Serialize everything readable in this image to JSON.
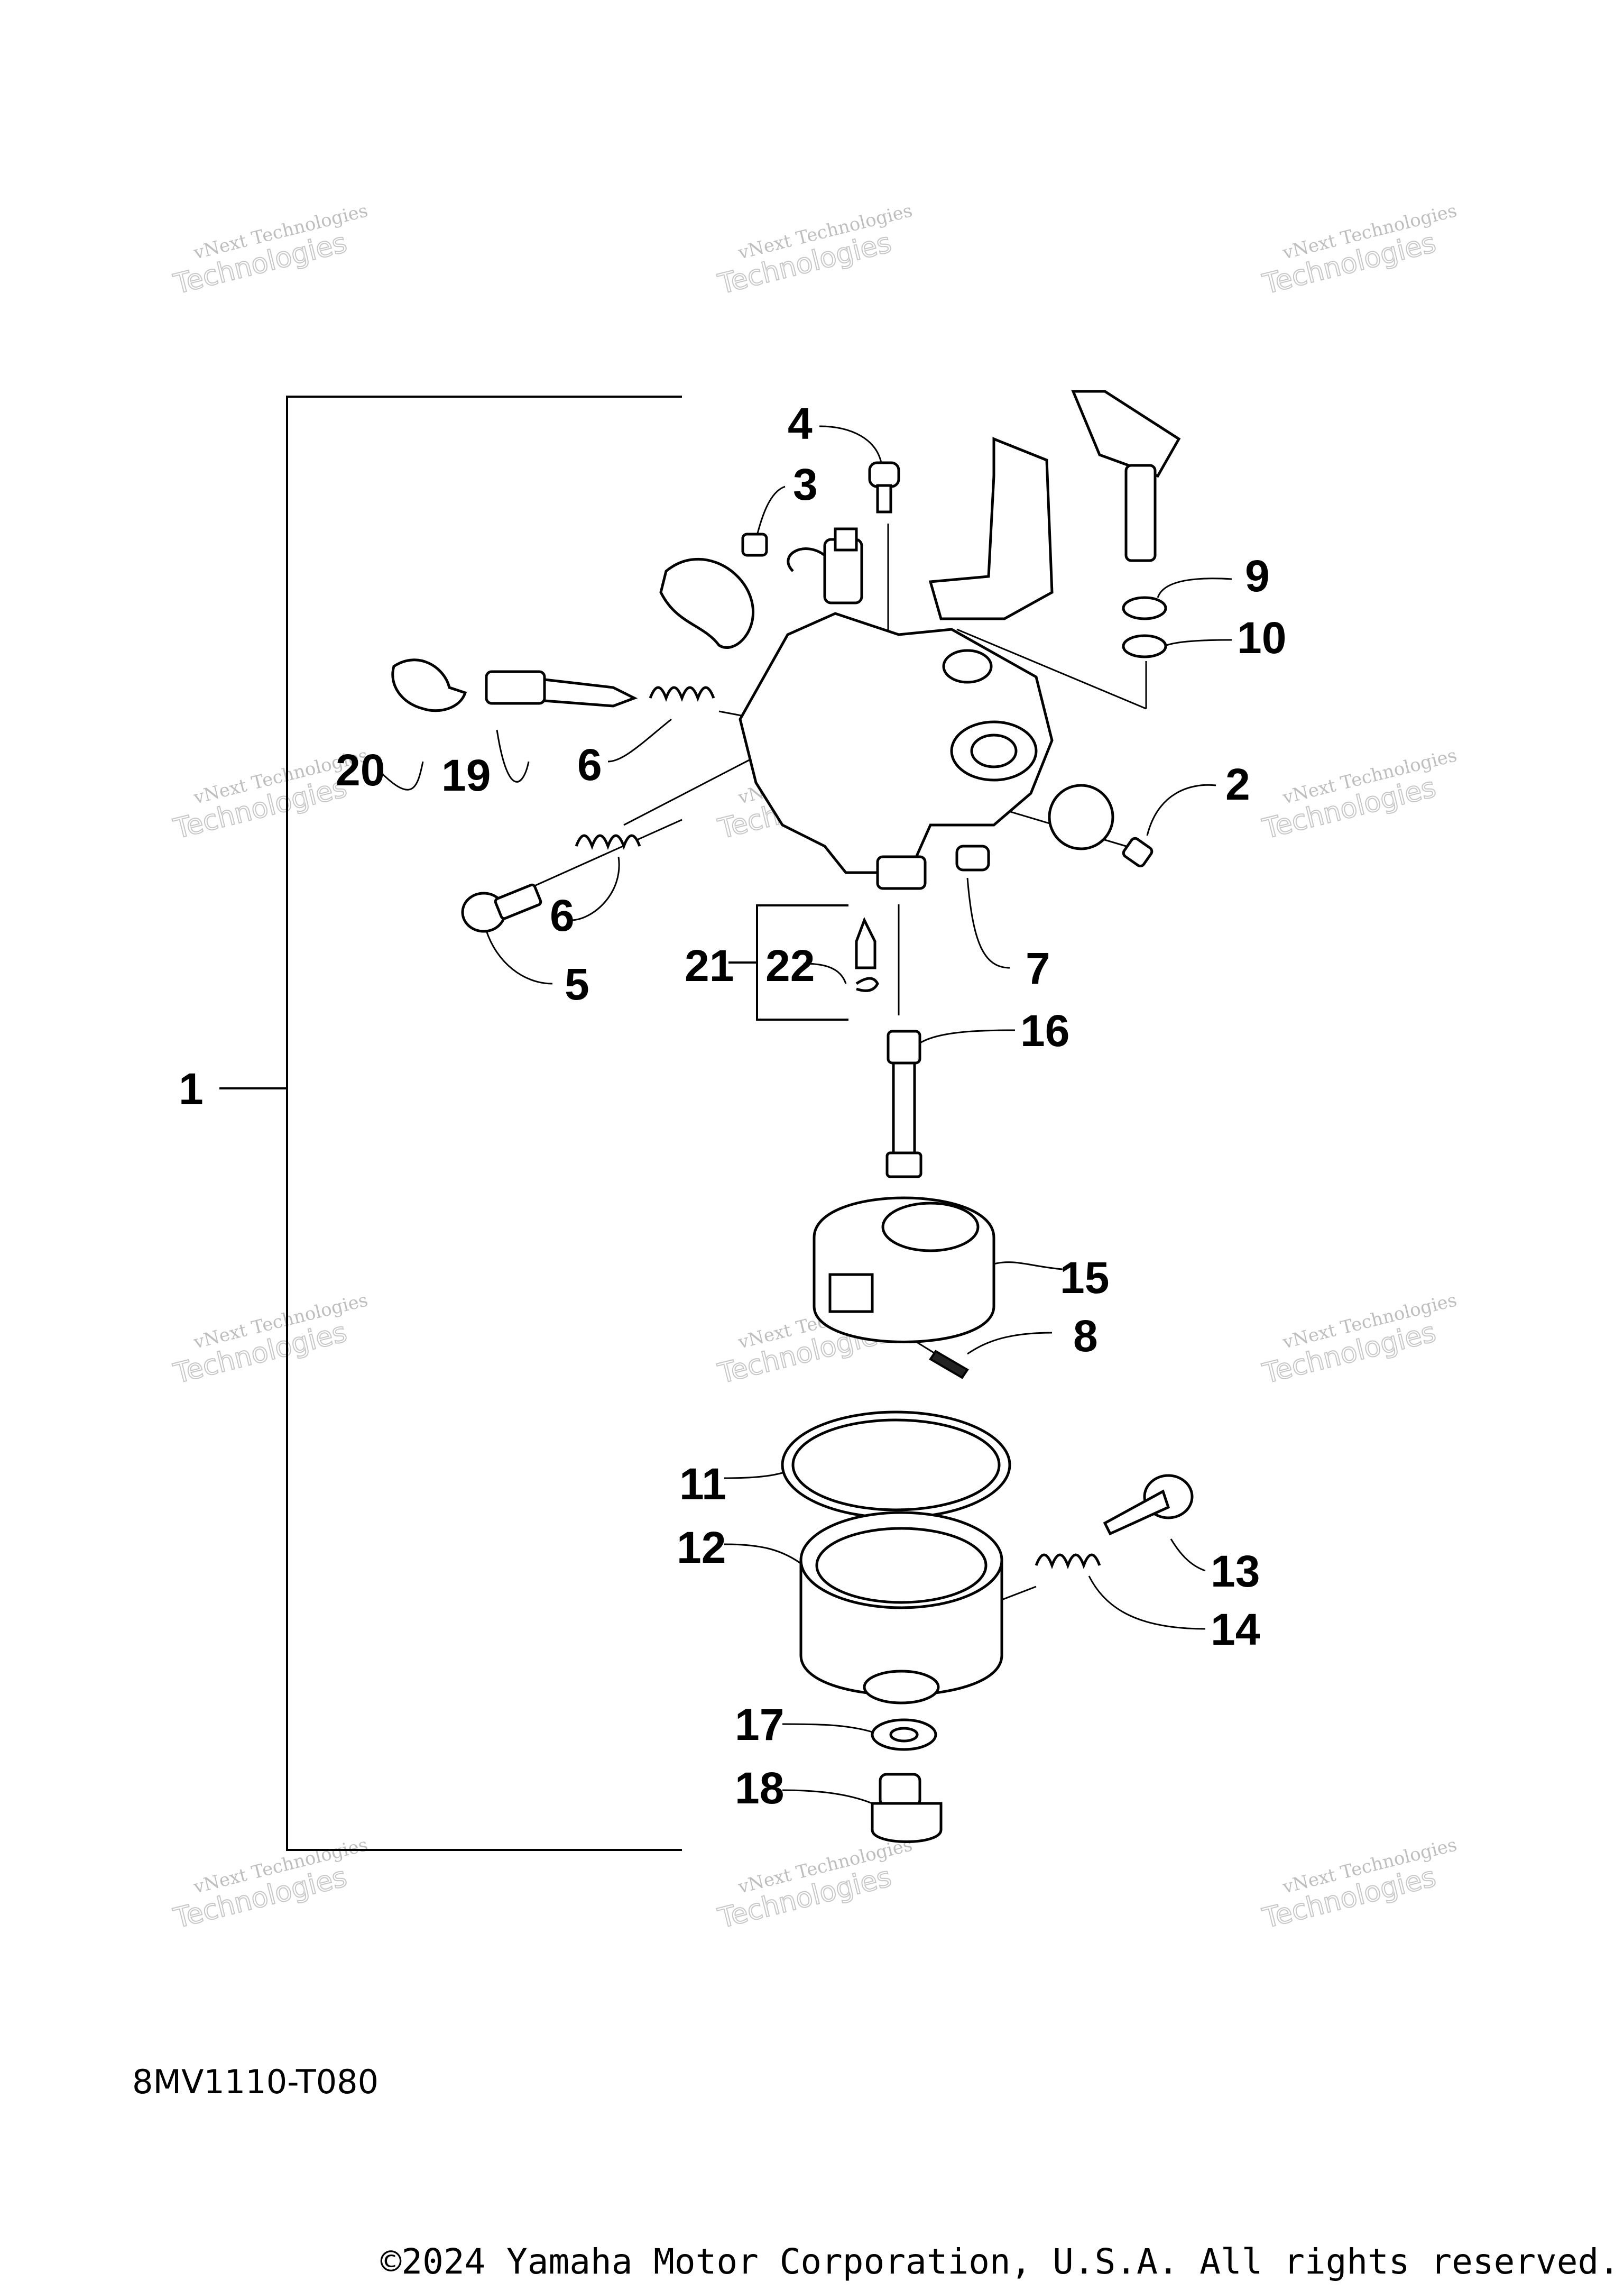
{
  "diagram": {
    "callouts": [
      "1",
      "2",
      "3",
      "4",
      "5",
      "6",
      "6",
      "7",
      "8",
      "9",
      "10",
      "11",
      "12",
      "13",
      "14",
      "15",
      "16",
      "17",
      "18",
      "19",
      "20",
      "21",
      "22"
    ],
    "reference_code": "8MV1110-T080",
    "copyright": "©2024 Yamaha Motor Corporation, U.S.A. All rights reserved.",
    "watermark": {
      "line1": "vNext Technologies",
      "line2": "Technologies"
    }
  }
}
